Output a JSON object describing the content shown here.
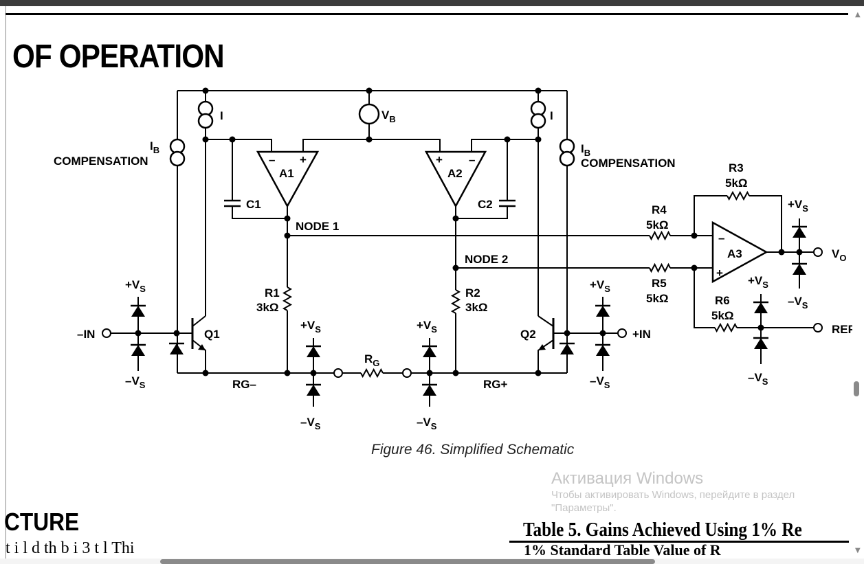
{
  "document": {
    "heading": "OF OPERATION",
    "caption": "Figure 46. Simplified Schematic",
    "section_heading": "CTURE",
    "body_text_fragment": "t i  l  d  th  b  i  3       t  l    Thi",
    "table_title": "Table 5. Gains Achieved Using 1% Re",
    "table_subtitle": "1% Standard Table Value of R"
  },
  "watermark": {
    "title": "Активация Windows",
    "line1": "Чтобы активировать Windows, перейдите в раздел",
    "line2": "\"Параметры\"."
  },
  "schematic": {
    "I": "I",
    "B": "B",
    "V": "V",
    "S": "S",
    "G": "G",
    "O": "O",
    "R": "R",
    "compensation": "COMPENSATION",
    "a1": "A1",
    "a2": "A2",
    "a3": "A3",
    "c1": "C1",
    "c2": "C2",
    "node1": "NODE 1",
    "node2": "NODE 2",
    "r1": "R1",
    "r2": "R2",
    "r3": "R3",
    "r4": "R4",
    "r5": "R5",
    "r6": "R6",
    "r1_val": "3kΩ",
    "r2_val": "3kΩ",
    "r3_val": "5kΩ",
    "r4_val": "5kΩ",
    "r5_val": "5kΩ",
    "r6_val": "5kΩ",
    "q1": "Q1",
    "q2": "Q2",
    "minus_in": "–IN",
    "plus_in": "+IN",
    "rg_minus": "RG–",
    "rg_plus": "RG+",
    "plus_v": "+V",
    "minus_v": "–V",
    "ref": "REF",
    "minus": "–",
    "plus": "+"
  },
  "scrollbars": {
    "vertical_position_percent": 68,
    "horizontal_position_percent": 25
  }
}
